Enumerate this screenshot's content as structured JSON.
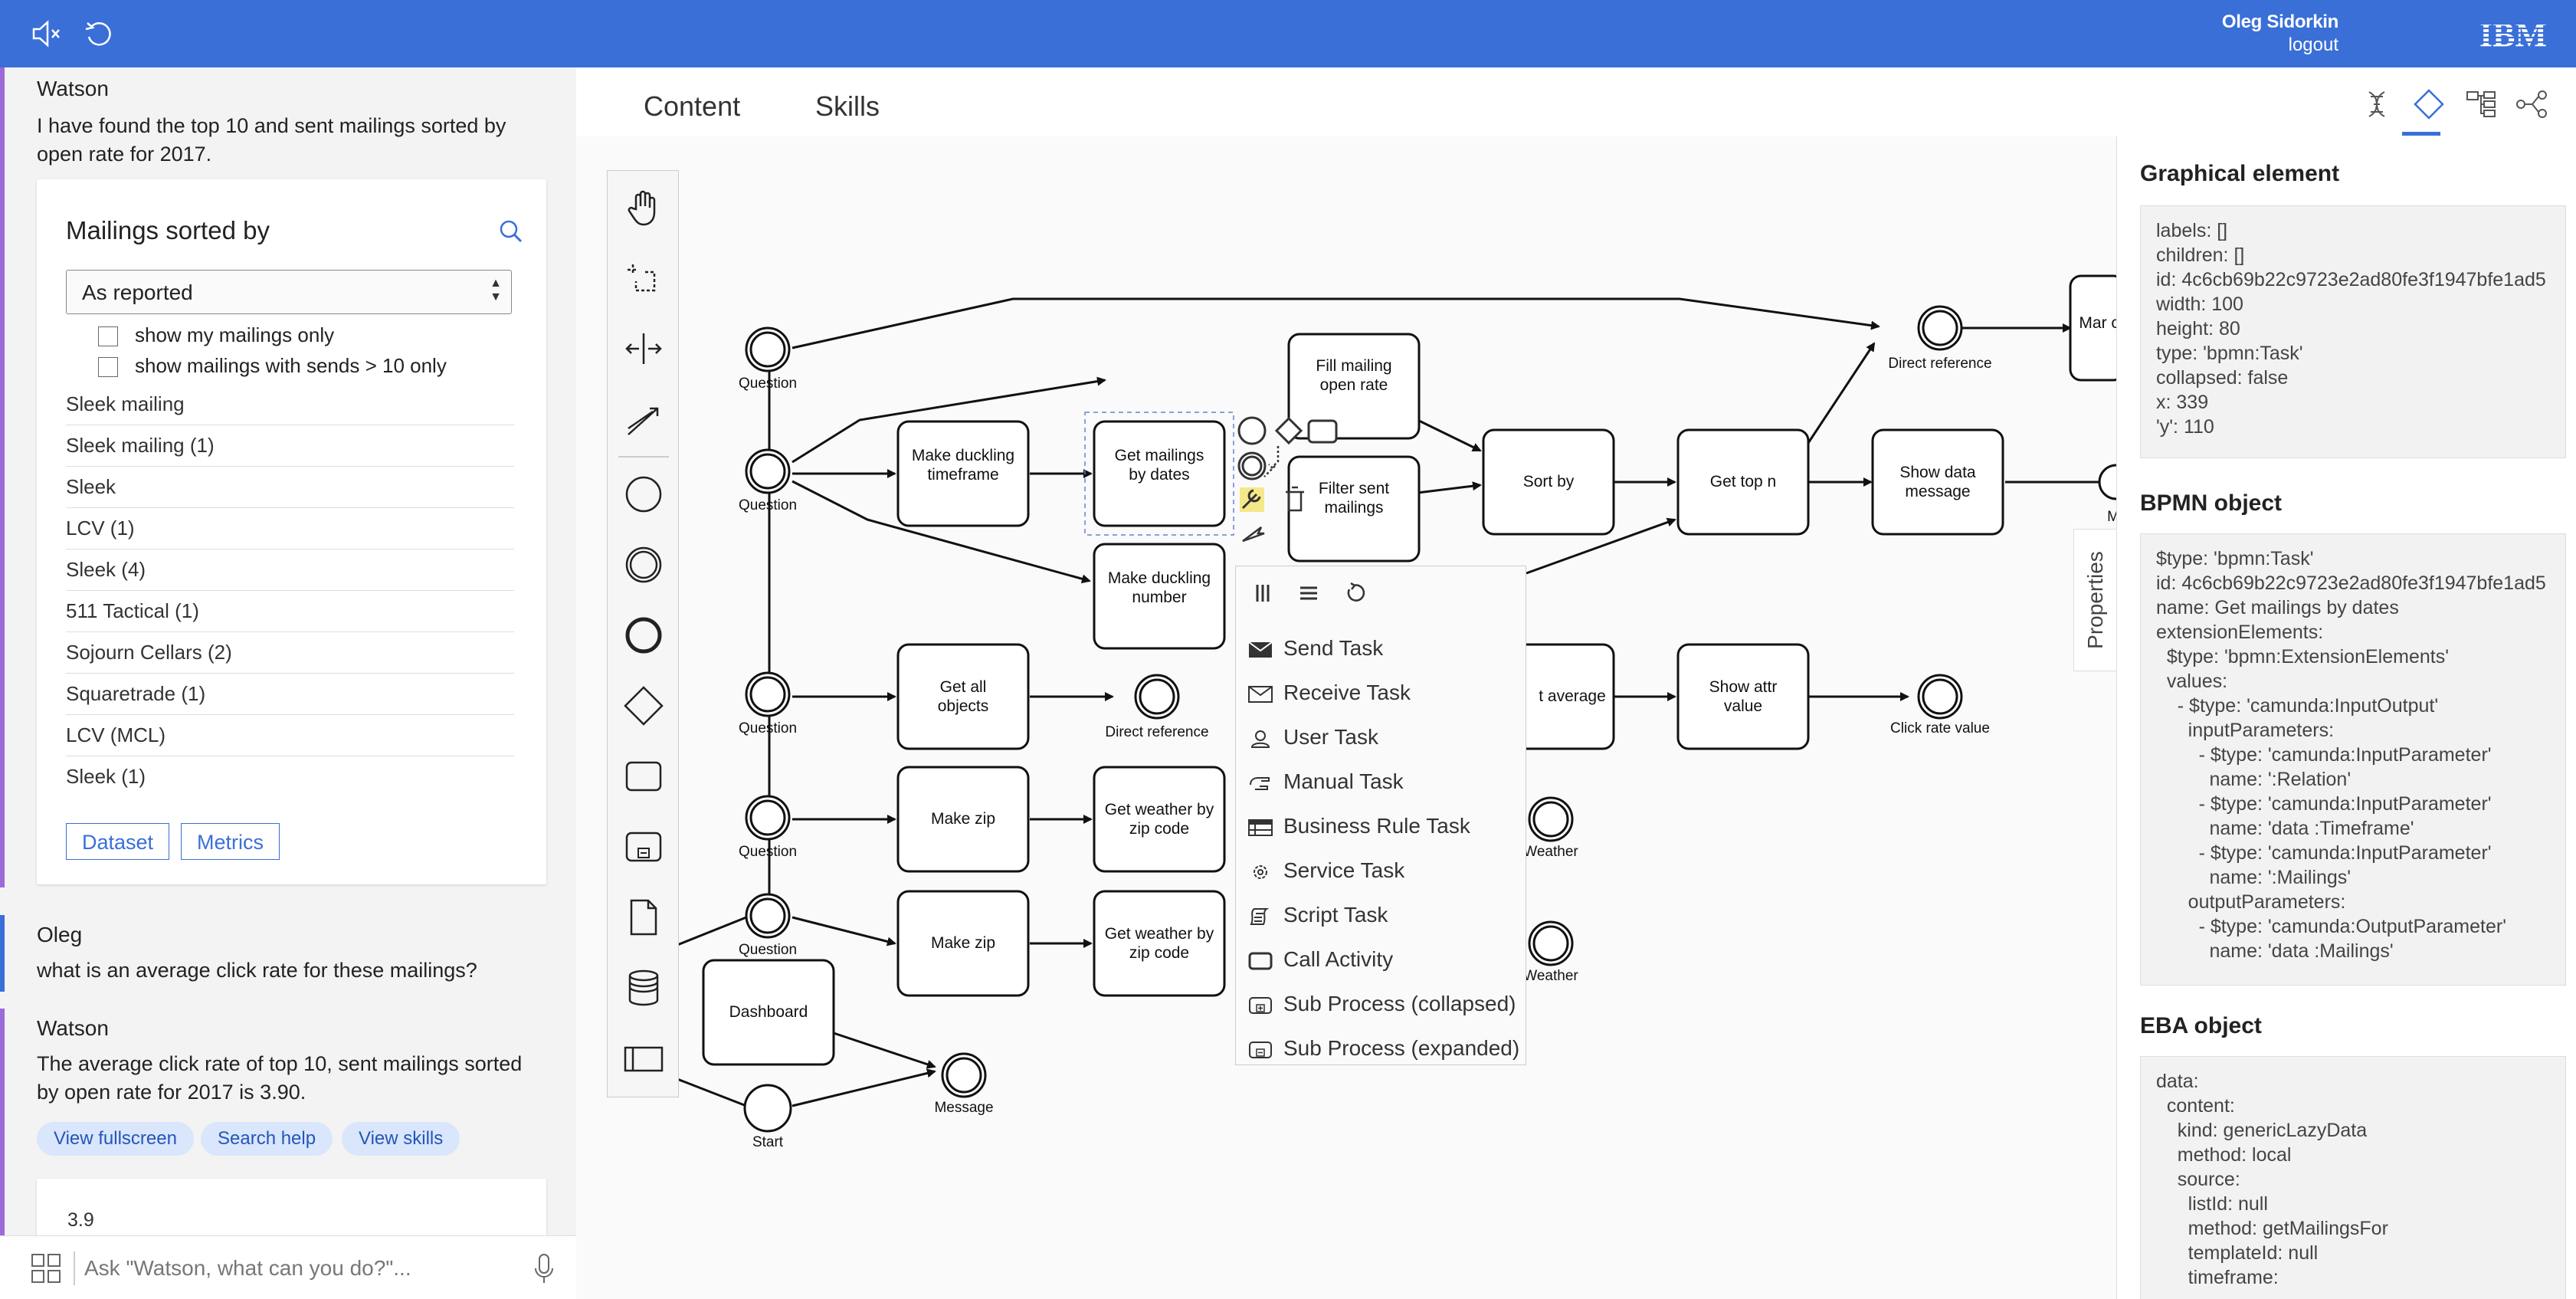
{
  "topbar": {
    "user_name": "Oleg Sidorkin",
    "logout_label": "logout",
    "brand": "IBM",
    "accent_color": "#3a6fd8"
  },
  "chat": {
    "messages": [
      {
        "sender": "Watson",
        "text": "I have found the top 10 and sent mailings sorted by open rate for 2017.",
        "bar_color": "#9b6ad8"
      },
      {
        "sender": "Oleg",
        "text": "what is an average click rate for these mailings?",
        "bar_color": "#3a6fd8"
      },
      {
        "sender": "Watson",
        "text": "The average click rate of top 10, sent mailings sorted by open rate for 2017 is 3.90.",
        "bar_color": "#9b6ad8"
      }
    ],
    "card": {
      "title": "Mailings sorted by",
      "select_value": "As reported",
      "checkbox_1": "show my mailings only",
      "checkbox_2": "show mailings with sends > 10 only",
      "items": [
        "Sleek mailing",
        "Sleek mailing (1)",
        "Sleek",
        "LCV (1)",
        "Sleek (4)",
        "511 Tactical (1)",
        "Sojourn Cellars (2)",
        "Squaretrade (1)",
        "LCV (MCL)",
        "Sleek (1)"
      ],
      "dataset_label": "Dataset",
      "metrics_label": "Metrics"
    },
    "pills": [
      "View fullscreen",
      "Search help",
      "View skills"
    ],
    "result_value": "3.9",
    "ask_placeholder": "Ask \"Watson, what can you do?\"..."
  },
  "tabs": [
    "Content",
    "Skills"
  ],
  "diagram": {
    "tasks": {
      "make_duckling_timeframe": "Make duckling timeframe",
      "get_mailings_by_dates": "Get mailings by dates",
      "fill_mailing_open_rate": "Fill mailing open rate",
      "filter_sent_mailings": "Filter sent mailings",
      "sort_by": "Sort by",
      "get_top_n": "Get top n",
      "show_data_message": "Show data message",
      "make_duckling_number": "Make duckling number",
      "get_all_objects": "Get all objects",
      "get_average": "t average",
      "show_attr_value": "Show attr value",
      "make_zip_1": "Make zip",
      "get_weather_1": "Get weather by zip code",
      "make_zip_2": "Make zip",
      "get_weather_2": "Get weather by zip code",
      "dashboard": "Dashboard",
      "partial_right": "Mar cl"
    },
    "events": {
      "question": "Question",
      "direct_reference": "Direct reference",
      "click_rate_value": "Click rate value",
      "weather": "Weather",
      "start": "Start",
      "message": "Message",
      "partial_m": "M"
    }
  },
  "context_menu": {
    "items": [
      "Send Task",
      "Receive Task",
      "User Task",
      "Manual Task",
      "Business Rule Task",
      "Service Task",
      "Script Task",
      "Call Activity",
      "Sub Process (collapsed)",
      "Sub Process (expanded)"
    ]
  },
  "properties_tab": "Properties",
  "right_panel": {
    "graphical_title": "Graphical element",
    "graphical_lines": [
      "labels: []",
      "children: []",
      "id: 4c6cb69b22c9723e2ad80fe3f1947bfe1ad5",
      "width: 100",
      "height: 80",
      "type: 'bpmn:Task'",
      "collapsed: false",
      "x: 339",
      "'y': 110"
    ],
    "bpmn_title": "BPMN object",
    "bpmn_lines": [
      "$type: 'bpmn:Task'",
      "id: 4c6cb69b22c9723e2ad80fe3f1947bfe1ad5",
      "name: Get mailings by dates",
      "extensionElements:",
      "  $type: 'bpmn:ExtensionElements'",
      "  values:",
      "    - $type: 'camunda:InputOutput'",
      "      inputParameters:",
      "        - $type: 'camunda:InputParameter'",
      "          name: ':Relation'",
      "        - $type: 'camunda:InputParameter'",
      "          name: 'data :Timeframe'",
      "        - $type: 'camunda:InputParameter'",
      "          name: ':Mailings'",
      "      outputParameters:",
      "        - $type: 'camunda:OutputParameter'",
      "          name: 'data :Mailings'"
    ],
    "eba_title": "EBA object",
    "eba_lines": [
      "data:",
      "  content:",
      "    kind: genericLazyData",
      "    method: local",
      "    source:",
      "      listId: null",
      "      method: getMailingsFor",
      "      templateId: null",
      "      timeframe:"
    ]
  }
}
